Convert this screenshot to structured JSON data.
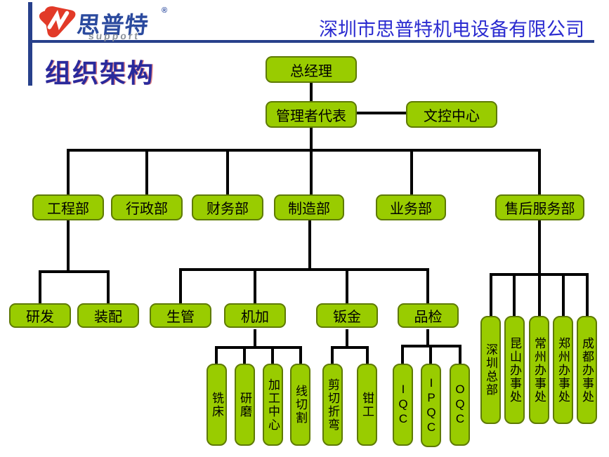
{
  "header": {
    "logo": {
      "brand": "思普特",
      "reg": "®",
      "subtitle": "support"
    },
    "company": "深圳市思普特机电设备有限公司"
  },
  "title": "组织架构",
  "colors": {
    "box_fill": "#99CC00",
    "box_border": "#5E7A00",
    "connector": "#000000",
    "header_accent": "#27408B",
    "company_text": "#2B2BD0",
    "title_text": "#2A2A9C",
    "brand_blue": "#2B4A9E",
    "brand_red": "#E23A28",
    "brand_gray": "#8C939C"
  },
  "org": {
    "gm": "总经理",
    "rep": "管理者代表",
    "doc": "文控中心",
    "eng": "工程部",
    "admin": "行政部",
    "fin": "财务部",
    "mfg": "制造部",
    "biz": "业务部",
    "after": "售后服务部",
    "rd": "研发",
    "assembly": "装配",
    "prod": "生管",
    "machining": "机加",
    "sheet": "钣金",
    "qc": "品检",
    "milling": "铣床",
    "grinding": "研磨",
    "mcenter": "加工中心",
    "wirecut": "线切割",
    "shear": "剪切折弯",
    "fitter": "钳工",
    "iqc": "IQC",
    "ipqc": "IPQC",
    "oqc": "OQC",
    "sz": "深圳总部",
    "ks": "昆山办事处",
    "cz": "常州办事处",
    "zz": "郑州办事处",
    "cd": "成都办事处"
  }
}
